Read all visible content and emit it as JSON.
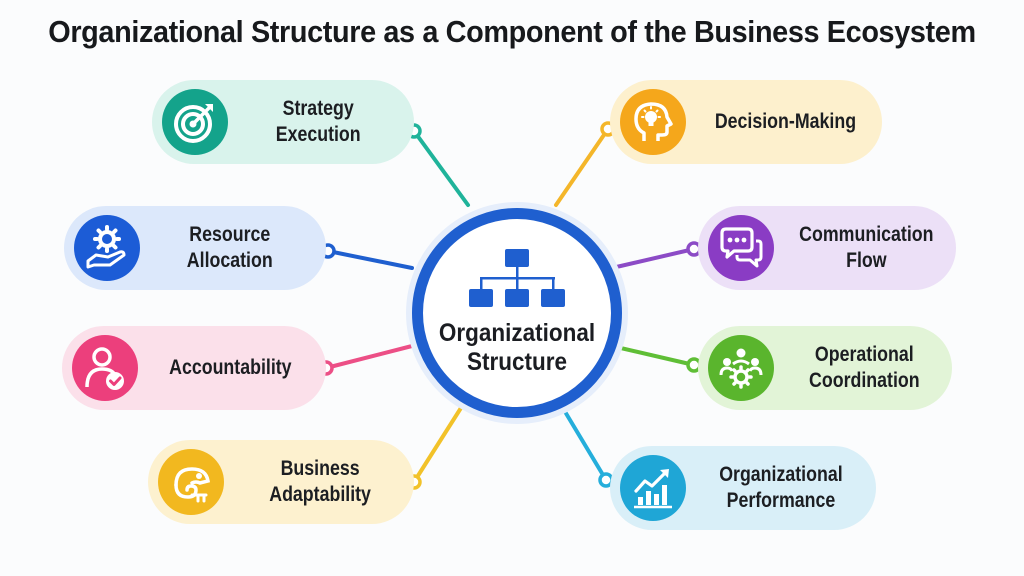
{
  "title": "Organizational Structure as a Component of the Business Ecosystem",
  "hub": {
    "label_line1": "Organizational",
    "label_line2": "Structure",
    "icon": "org-chart-icon",
    "color": "#1f5fcf"
  },
  "nodes": [
    {
      "id": "strategy-execution",
      "line1": "Strategy",
      "line2": "Execution",
      "icon": "target-icon",
      "accent": "#14a38b",
      "bg": "#d9f3ec",
      "line": "#1fb39a"
    },
    {
      "id": "resource-allocation",
      "line1": "Resource",
      "line2": "Allocation",
      "icon": "gear-hand-icon",
      "accent": "#1c5cd6",
      "bg": "#dce8fb",
      "line": "#1f5fcf"
    },
    {
      "id": "accountability",
      "line1": "Accountability",
      "line2": "",
      "icon": "person-check-icon",
      "accent": "#ec3f7c",
      "bg": "#fbe0ea",
      "line": "#ec4f86"
    },
    {
      "id": "business-adaptability",
      "line1": "Business",
      "line2": "Adaptability",
      "icon": "chameleon-icon",
      "accent": "#f2b81f",
      "bg": "#fdf1cf",
      "line": "#f2c229"
    },
    {
      "id": "decision-making",
      "line1": "Decision-Making",
      "line2": "",
      "icon": "head-lightbulb-icon",
      "accent": "#f5a71b",
      "bg": "#fdf0cd",
      "line": "#f4b62a"
    },
    {
      "id": "communication-flow",
      "line1": "Communication",
      "line2": "Flow",
      "icon": "chat-bubbles-icon",
      "accent": "#8a3cc4",
      "bg": "#ece0f7",
      "line": "#8c4bc6"
    },
    {
      "id": "operational-coordination",
      "line1": "Operational",
      "line2": "Coordination",
      "icon": "team-gear-icon",
      "accent": "#5ab52d",
      "bg": "#e2f4d7",
      "line": "#5fbe36"
    },
    {
      "id": "organizational-performance",
      "line1": "Organizational",
      "line2": "Performance",
      "icon": "growth-chart-icon",
      "accent": "#1fa6d6",
      "bg": "#d9eff8",
      "line": "#25aedb"
    }
  ]
}
